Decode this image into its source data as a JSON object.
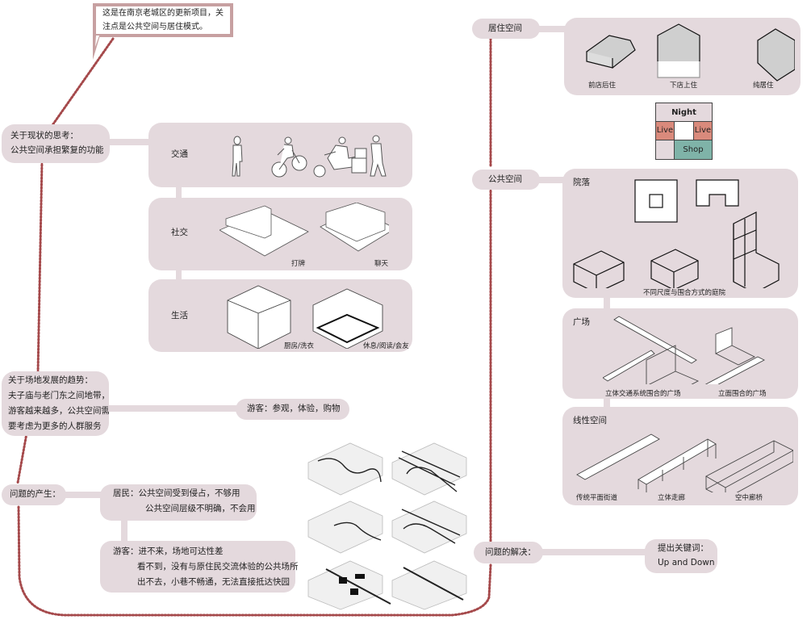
{
  "callout": {
    "lines": [
      "这是在南京老城区的更新项目，关",
      "注点是公共空间与居住模式。"
    ]
  },
  "left": {
    "thinking": {
      "lines": [
        "关于现状的思考：",
        "公共空间承担繁复的功能"
      ],
      "panels": [
        {
          "label": "交通",
          "captions": []
        },
        {
          "label": "社交",
          "captions": [
            "打牌",
            "聊天"
          ]
        },
        {
          "label": "生活",
          "captions": [
            "厨房/洗衣",
            "休息/阅读/会友"
          ]
        }
      ]
    },
    "trend": {
      "lines": [
        "关于场地发展的趋势：",
        "夫子庙与老门东之间地带，",
        "游客越来越多，公共空间需",
        "要考虑为更多的人群服务"
      ],
      "child": "游客：参观，体验，购物"
    },
    "problem": {
      "label": "问题的产生：",
      "residents": {
        "lines": [
          "居民：公共空间受到侵占，不够用",
          "公共空间层级不明确，不会用"
        ]
      },
      "tourists": {
        "lines": [
          "游客：进不来，场地可达性差",
          "看不到，没有与原住民交流体验的公共场所",
          "出不去，小巷不畅通，无法直接抵达快园"
        ]
      }
    }
  },
  "right": {
    "living": {
      "label": "居住空间",
      "types": [
        "前店后住",
        "下店上住",
        "纯居住"
      ],
      "grid": {
        "top": "Night",
        "left": "Live",
        "right": "Live",
        "bottom": "Shop",
        "colors": {
          "night": "#e4d9dd",
          "live": "#d98a7c",
          "shop": "#7fb3a8"
        }
      }
    },
    "public": {
      "label": "公共空间",
      "courtyard": {
        "title": "院落",
        "caption": "不同尺度与围合方式的庭院"
      },
      "square": {
        "title": "广场",
        "captions": [
          "立体交通系统围合的广场",
          "立面围合的广场"
        ]
      },
      "linear": {
        "title": "线性空间",
        "captions": [
          "传统平面街道",
          "立体走廊",
          "空中廊桥"
        ]
      }
    },
    "solution": {
      "label": "问题的解决：",
      "keyword_lines": [
        "提出关键词：",
        "Up and Down"
      ]
    }
  },
  "colors": {
    "node_fill": "#e4d9dd",
    "dotted_path": "#a5494b",
    "callout_border": "#c7a0a1"
  }
}
